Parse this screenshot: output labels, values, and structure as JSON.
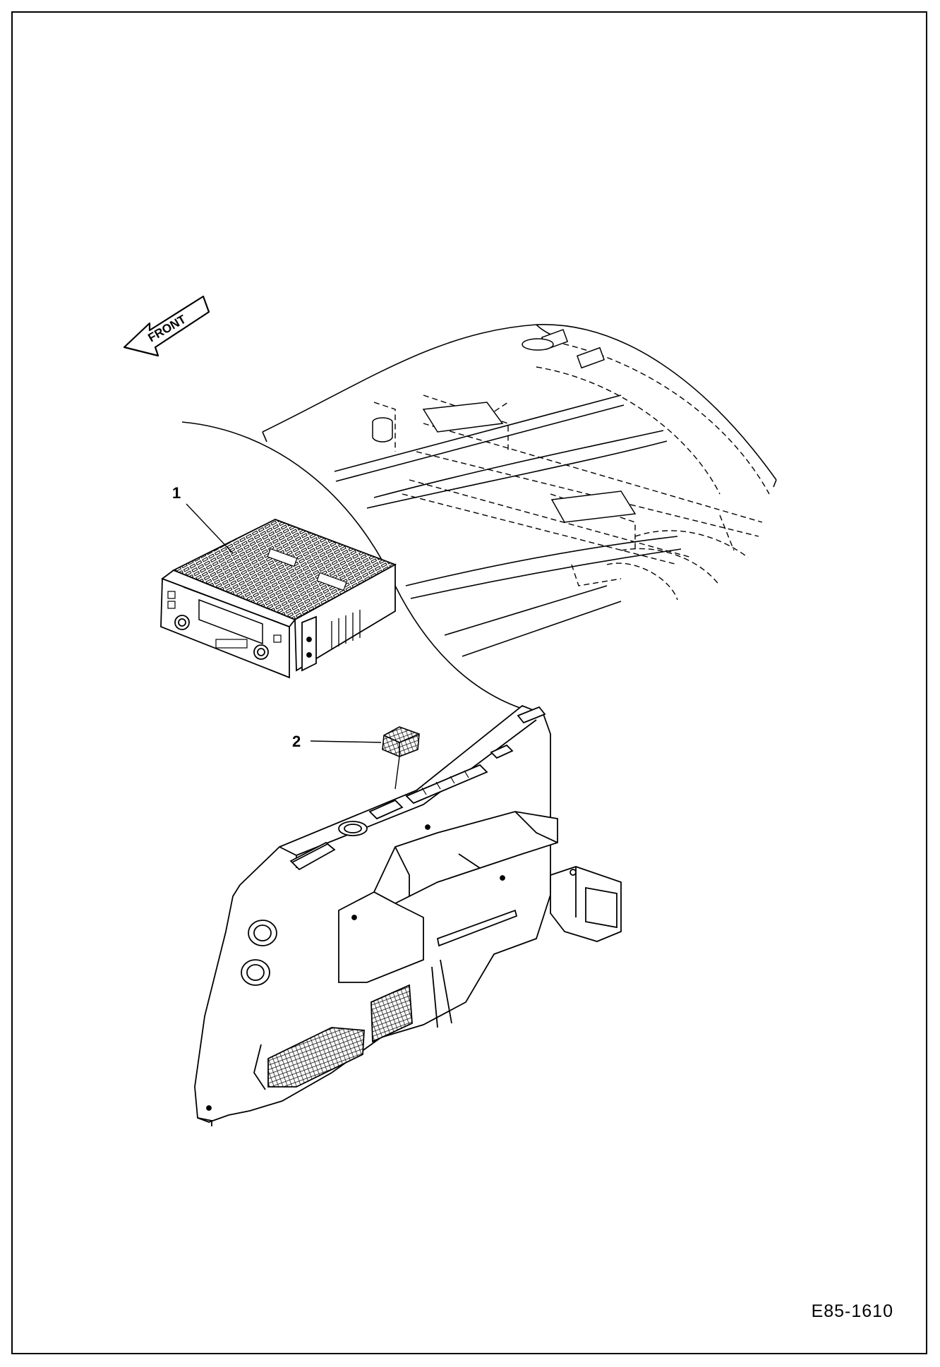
{
  "diagram": {
    "front_arrow_label": "FRONT",
    "callouts": [
      {
        "number": "1"
      },
      {
        "number": "2"
      }
    ],
    "drawing_number": "E85-1610"
  }
}
